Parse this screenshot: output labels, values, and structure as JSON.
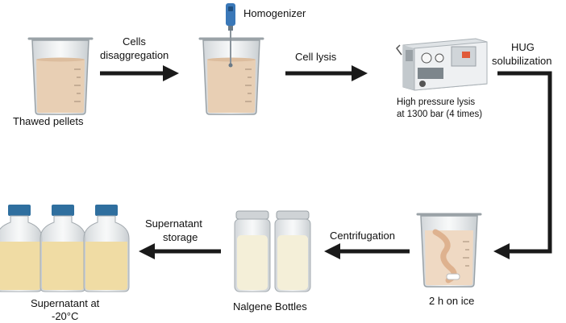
{
  "labels": {
    "thawed_pellets": "Thawed pellets",
    "cells_disaggregation_1": "Cells",
    "cells_disaggregation_2": "disaggregation",
    "homogenizer": "Homogenizer",
    "cell_lysis": "Cell lysis",
    "hug_1": "HUG",
    "hug_2": "solubilization",
    "hpl_1": "High pressure lysis",
    "hpl_2": "at 1300 bar (4 times)",
    "on_ice": "2 h on ice",
    "centrifugation": "Centrifugation",
    "nalgene": "Nalgene Bottles",
    "storage_1": "Supernatant",
    "storage_2": "storage",
    "supernatant_1": "Supernatant at",
    "supernatant_2": "-20°C"
  },
  "colors": {
    "arrow": "#1a1a1a",
    "liquid": "#e8cfb4",
    "glass": "#d9dde0",
    "bottle_cap": "#2f6f9f",
    "bottle_liquid": "#f0dca4",
    "homogenizer_blue": "#3a78b8"
  }
}
